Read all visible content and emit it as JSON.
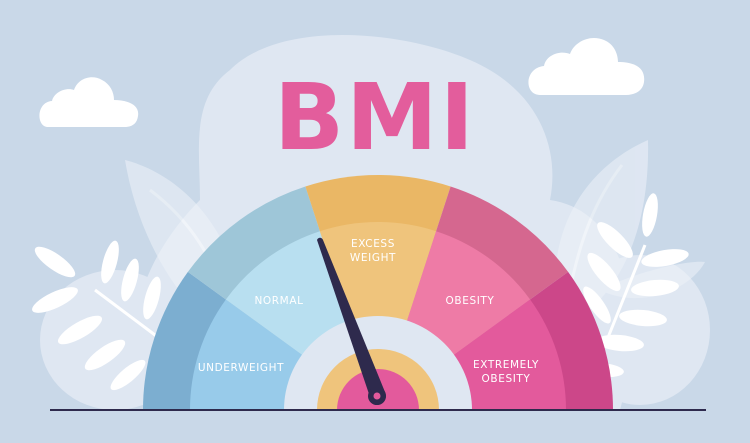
{
  "title": "BMI",
  "gauge": {
    "segments": [
      {
        "label_line1": "UNDERWEIGHT",
        "label_line2": "",
        "outer_color": "#7caed0",
        "inner_color": "#98cbea"
      },
      {
        "label_line1": "NORMAL",
        "label_line2": "",
        "outer_color": "#9ec6d8",
        "inner_color": "#b8dff0"
      },
      {
        "label_line1": "EXCESS",
        "label_line2": "WEIGHT",
        "outer_color": "#eab765",
        "inner_color": "#efc47c"
      },
      {
        "label_line1": "OBESITY",
        "label_line2": "",
        "outer_color": "#d5678f",
        "inner_color": "#ee7ba6"
      },
      {
        "label_line1": "EXTREMELY",
        "label_line2": "OBESITY",
        "outer_color": "#cc4789",
        "inner_color": "#e35a9c"
      }
    ],
    "needle_color": "#2e2a4d",
    "hub_ring_color": "#dfe7f2",
    "hub_yellow": "#efc47c",
    "hub_pink": "#e35a9c"
  },
  "colors": {
    "background": "#c9d8e8",
    "blob": "#dfe7f2",
    "title": "#e35d9c",
    "baseline": "#2e2a4d"
  }
}
